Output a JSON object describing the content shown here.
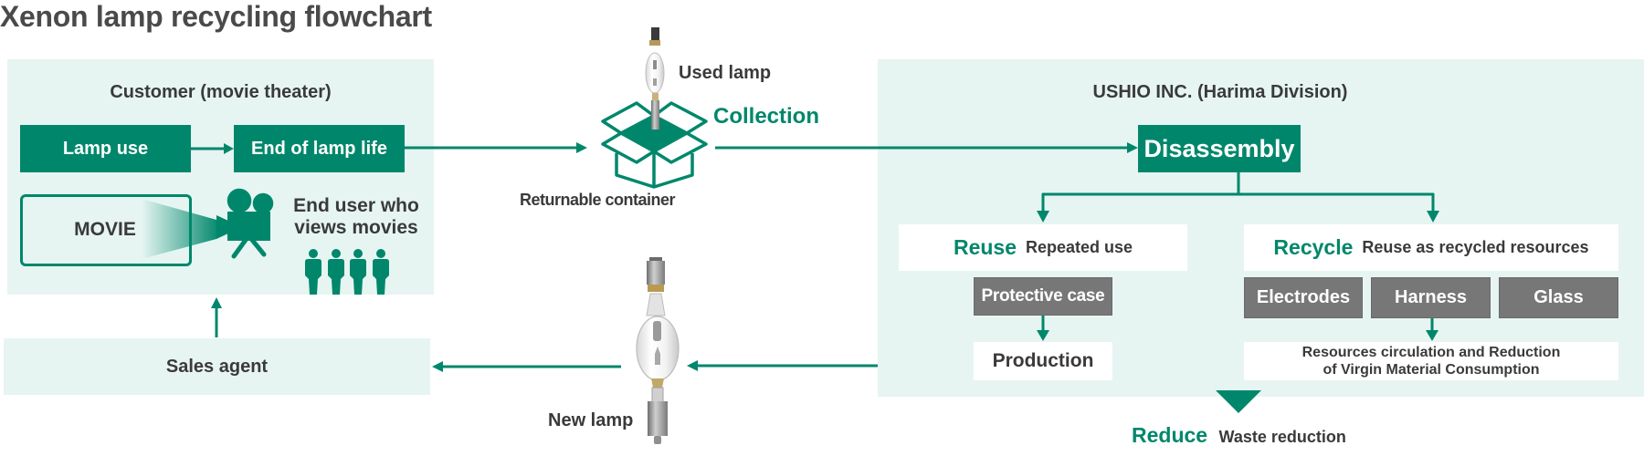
{
  "title": "Xenon lamp recycling flowchart",
  "colors": {
    "accent": "#00876b",
    "panel_bg": "#e6f5f2",
    "grey_box": "#777777",
    "text_dark": "#3a3a3a",
    "title_text": "#4a4a4a"
  },
  "customer": {
    "label": "Customer (movie theater)",
    "lamp_use": "Lamp use",
    "end_of_life": "End of lamp life",
    "movie_screen": "MOVIE",
    "end_user_line1": "End user who",
    "end_user_line2": "views movies",
    "icons": [
      "movie-screen-icon",
      "movie-camera-icon",
      "audience-people-icon"
    ]
  },
  "collection": {
    "used_lamp": "Used lamp",
    "label": "Collection",
    "container": "Returnable container",
    "icons": [
      "used-lamp-icon",
      "returnable-box-icon"
    ]
  },
  "ushio": {
    "label": "USHIO INC. (Harima Division)",
    "disassembly": "Disassembly",
    "reuse": {
      "title": "Reuse",
      "subtitle": "Repeated use",
      "parts": [
        "Protective case"
      ],
      "result": "Production"
    },
    "recycle": {
      "title": "Recycle",
      "subtitle": "Reuse as recycled resources",
      "parts": [
        "Electrodes",
        "Harness",
        "Glass"
      ],
      "result_line1": "Resources circulation and Reduction",
      "result_line2": "of Virgin Material Consumption"
    },
    "reduce": {
      "title": "Reduce",
      "subtitle": "Waste reduction"
    }
  },
  "new_lamp": {
    "label": "New lamp",
    "icon": "new-lamp-icon"
  },
  "sales_agent": {
    "label": "Sales agent"
  }
}
